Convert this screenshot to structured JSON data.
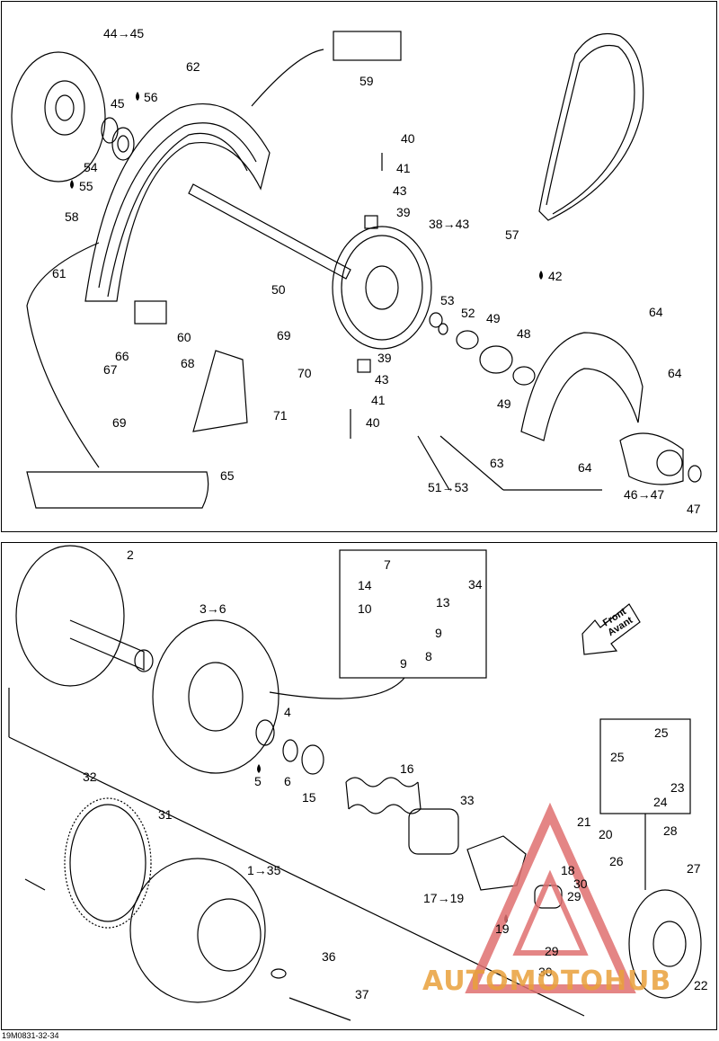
{
  "diagram_id": "19M0831-32-34",
  "direction_label": {
    "line1": "Front",
    "line2": "Avant"
  },
  "watermark": {
    "part1": "AUTOMOTO",
    "part2": "HUB"
  },
  "callouts_top": [
    "44→45",
    "62",
    "45",
    "56",
    "54",
    "55",
    "58",
    "61",
    "60",
    "66",
    "67",
    "59",
    "40",
    "41",
    "43",
    "39",
    "38→43",
    "42",
    "50",
    "53",
    "52",
    "49",
    "48",
    "64",
    "64",
    "49",
    "69",
    "68",
    "70",
    "39",
    "43",
    "41",
    "71",
    "40",
    "69",
    "63",
    "64",
    "65",
    "51→53",
    "46→47",
    "47",
    "57"
  ],
  "callouts_bottom": [
    "2",
    "3→6",
    "7",
    "34",
    "14",
    "13",
    "10",
    "9",
    "8",
    "9",
    "4",
    "5",
    "6",
    "15",
    "16",
    "33",
    "32",
    "31",
    "1→35",
    "36",
    "37",
    "17→19",
    "19",
    "18",
    "21",
    "20",
    "26",
    "30",
    "29",
    "29",
    "30",
    "25",
    "25",
    "23",
    "24",
    "28",
    "27",
    "22"
  ],
  "icons": [
    "oil-drop-icon",
    "front-arrow-icon"
  ],
  "colors": {
    "line": "#000000",
    "watermark_orange": "#e9a13b",
    "watermark_red": "#e07070"
  }
}
